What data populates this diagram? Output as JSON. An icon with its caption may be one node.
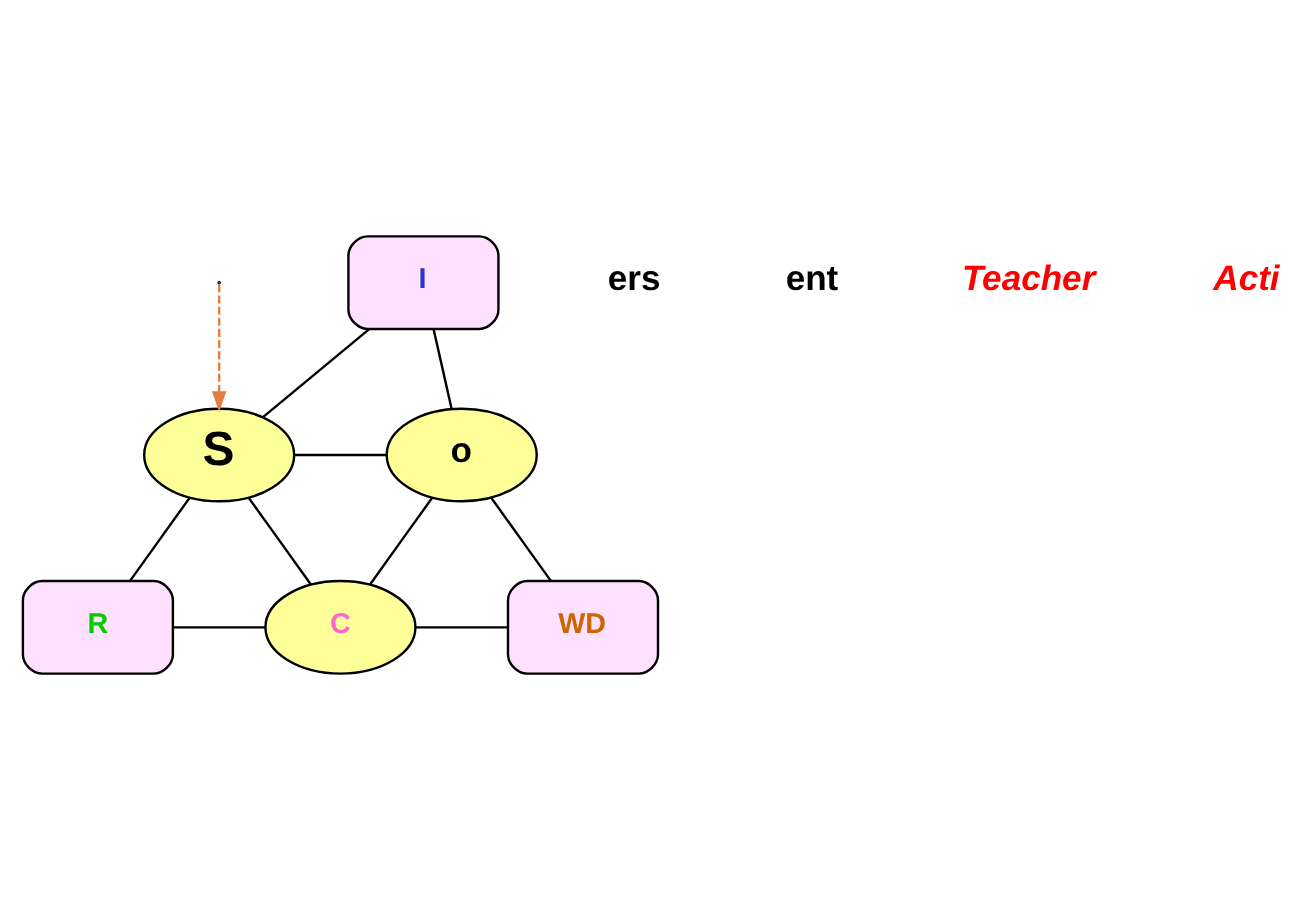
{
  "diagram": {
    "nodes": [
      {
        "text": [
          "I"
        ]
      },
      {
        "text": [
          "S"
        ]
      },
      {
        "text": [
          "o"
        ]
      },
      {
        "text": [
          "R"
        ]
      },
      {
        "text": [
          "C"
        ]
      },
      {
        "text": [
          "WD"
        ]
      }
    ],
    "edges": [
      {
        "from": 0,
        "to": 1,
        "arrow": "none"
      },
      {
        "from": 0,
        "to": 2,
        "arrow": "none"
      },
      {
        "from": 1,
        "to": 2,
        "arrow": "none"
      },
      {
        "from": 1,
        "to": 3,
        "arrow": "none"
      },
      {
        "from": 1,
        "to": 4,
        "arrow": "none"
      },
      {
        "from": 3,
        "to": 4,
        "arrow": "none"
      },
      {
        "from": 2,
        "to": 4,
        "arrow": "none"
      },
      {
        "from": 2,
        "to": 5,
        "arrow": "none"
      },
      {
        "from": 4,
        "to": 5,
        "arrow": "none"
      },
      {
        "from": null,
        "to": 1,
        "arrow": "to",
        "style": "dashed",
        "color": "#e08040"
      }
    ],
    "labels": [
      "ers",
      "ent",
      "Teacher",
      "Acti"
    ]
  }
}
